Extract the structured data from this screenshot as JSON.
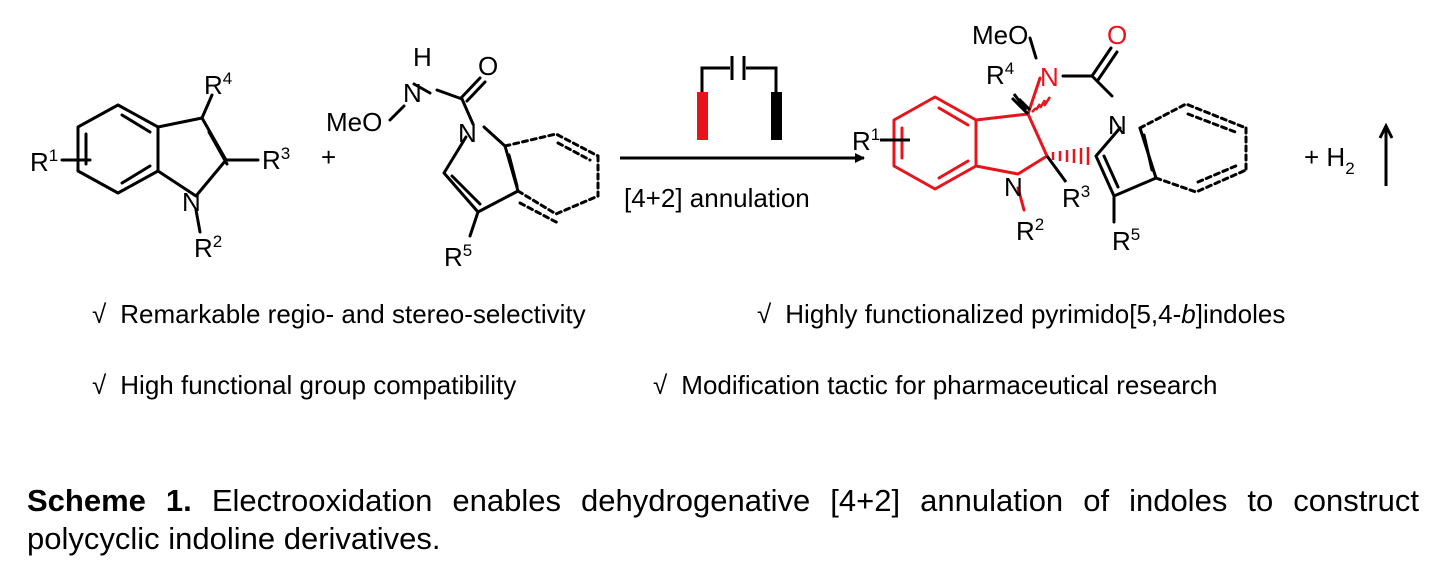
{
  "reactant1": {
    "r1": "R",
    "r1_sup": "1",
    "r2": "R",
    "r2_sup": "2",
    "r3": "R",
    "r3_sup": "3",
    "r4": "R",
    "r4_sup": "4",
    "n": "N"
  },
  "plus_sign": "+",
  "reactant2": {
    "h": "H",
    "n_amide": "N",
    "o_carbonyl": "O",
    "meo": "MeO",
    "n_ring": "N",
    "r5": "R",
    "r5_sup": "5"
  },
  "arrow": {
    "label": "[4+2] annulation"
  },
  "product": {
    "meo": "MeO",
    "n_amide": "N",
    "o_carbonyl": "O",
    "n_pyrrole": "N",
    "n_indoline": "N",
    "r1": "R",
    "r1_sup": "1",
    "r2": "R",
    "r2_sup": "2",
    "r3": "R",
    "r3_sup": "3",
    "r4": "R",
    "r4_sup": "4",
    "r5": "R",
    "r5_sup": "5"
  },
  "byproduct": {
    "prefix": "+ H",
    "sub": "2"
  },
  "colors": {
    "highlight": "#e8141b",
    "ink": "#000000"
  },
  "features": {
    "check": "√",
    "items": [
      "Remarkable regio- and stereo-selectivity",
      "Highly functionalized pyrimido[5,4-b]indoles",
      "High functional group compatibility",
      "Modification tactic for pharmaceutical research"
    ]
  },
  "caption": {
    "label": "Scheme 1.",
    "text": "Electrooxidation enables dehydrogenative [4+2] annulation of indoles to construct polycyclic indoline derivatives."
  }
}
